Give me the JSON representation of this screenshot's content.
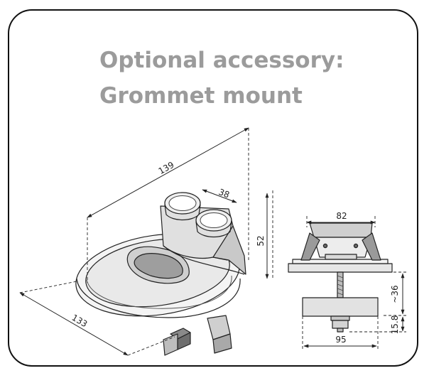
{
  "title": {
    "line1": "Optional accessory:",
    "line2": "Grommet mount"
  },
  "dimensions": {
    "iso_length": "139",
    "iso_socket": "38",
    "iso_height": "52",
    "iso_depth": "133",
    "front_top_width": "82",
    "front_bolt": "~36",
    "front_nut": "15.8",
    "front_base_width": "95"
  },
  "colors": {
    "title": "#9b9b9b",
    "line": "#222222",
    "fill_light": "#f2f2f2",
    "fill_mid": "#d6d6d6",
    "fill_dark": "#8a8a8a"
  }
}
